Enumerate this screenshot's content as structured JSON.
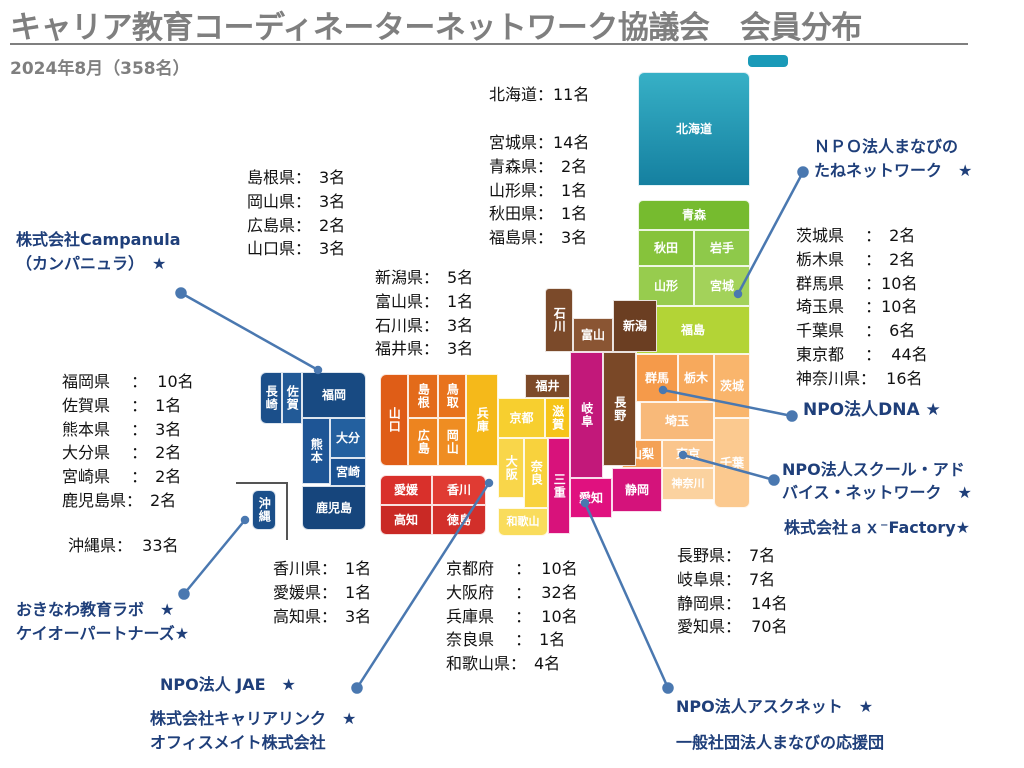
{
  "header": {
    "title": "キャリア教育コーディネーターネットワーク協議会　会員分布",
    "subtitle": "2024年8月（358名）"
  },
  "map": {
    "prefectures": {
      "hokkaido": "北海道",
      "aomori": "青森",
      "akita": "秋田",
      "iwate": "岩手",
      "yamagata": "山形",
      "miyagi": "宮城",
      "fukushima": "福島",
      "ishikawa": "石川",
      "toyama": "富山",
      "niigata": "新潟",
      "gunma": "群馬",
      "tochigi": "栃木",
      "ibaraki": "茨城",
      "saitama": "埼玉",
      "yamanashi": "山梨",
      "tokyo": "東京",
      "chiba": "千葉",
      "kanagawa": "神奈川",
      "nagano": "長野",
      "gifu": "岐阜",
      "fukui": "福井",
      "shiga": "滋賀",
      "kyoto": "京都",
      "osaka": "大阪",
      "nara": "奈良",
      "mie": "三重",
      "wakayama": "和歌山",
      "aichi": "愛知",
      "shizuoka": "静岡",
      "hyogo": "兵庫",
      "tottori": "鳥取",
      "shimane": "島根",
      "okayama": "岡山",
      "hiroshima": "広島",
      "yamaguchi": "山口",
      "ehime": "愛媛",
      "kagawa": "香川",
      "kochi": "高知",
      "tokushima": "徳島",
      "fukuoka": "福岡",
      "saga": "佐賀",
      "nagasaki": "長崎",
      "kumamoto": "熊本",
      "oita": "大分",
      "miyazaki": "宮崎",
      "kagoshima": "鹿児島",
      "okinawa": "沖縄"
    }
  },
  "counts": {
    "hokkaido": "北海道：11名",
    "tohoku": "宮城県：14名\n青森県：　2名\n山形県：　1名\n秋田県：　1名\n福島県：　3名",
    "chugoku": "島根県：　3名\n岡山県：　3名\n広島県：　2名\n山口県：　3名",
    "hokuriku": "新潟県：　5名\n富山県：　1名\n石川県：　3名\n福井県：　3名",
    "kanto": "茨城県　 ：　2名\n栃木県　 ：　2名\n群馬県　 ：10名\n埼玉県　 ：10名\n千葉県　 ：　6名\n東京都　 ：  44名\n神奈川県：  16名",
    "kyushu": "福岡県　 ：  10名\n佐賀県　 ：　1名\n熊本県　 ：　3名\n大分県　 ：　2名\n宮崎県　 ：　2名\n鹿児島県：　2名",
    "okinawa": "沖縄県：  33名",
    "shikoku": "香川県：　1名\n愛媛県：　1名\n高知県：　3名",
    "kinki": "京都府　 ：  10名\n大阪府　 ：  32名\n兵庫県　 ：  10名\n奈良県　 ：　1名\n和歌山県：　4名",
    "chubu": "長野県：　7名\n岐阜県：　7名\n静岡県：  14名\n愛知県：  70名"
  },
  "organizations": {
    "tane_line1": "ＮＰＯ法人まなびの",
    "tane_line2": "たねネットワーク　★",
    "campanula_line1": "株式会社Campanula",
    "campanula_line2": "（カンパニュラ）　★",
    "dna": "NPO法人DNA ★",
    "school_line1": "NPO法人スクール・アド",
    "school_line2": "バイス・ネットワーク　★",
    "ax_factory": "株式会社ａｘ⁻Factory★",
    "okinawa_lab_line1": "おきなわ教育ラボ　★",
    "okinawa_lab_line2": "ケイオーパートナーズ★",
    "jae": "NPO法人 JAE　★",
    "career_link": "株式会社キャリアリンク　★",
    "office_mate": "オフィスメイト株式会社",
    "ask_net": "NPO法人アスクネット　★",
    "manabi_ouen": "一般社団法人まなびの応援団"
  },
  "colors": {
    "hokkaido": "#1a8fa8",
    "tohoku": "#8cc63f",
    "kanto": "#f7a65a",
    "hokuriku": "#7b4a2a",
    "chubu": "#e0117f",
    "kinki": "#f5c518",
    "chugoku": "#e8731d",
    "shikoku": "#d9302b",
    "kyushu": "#1b4f8a",
    "leader": "#4a78b0",
    "title": "#7f7f7f",
    "org_text": "#1f3f7a"
  }
}
